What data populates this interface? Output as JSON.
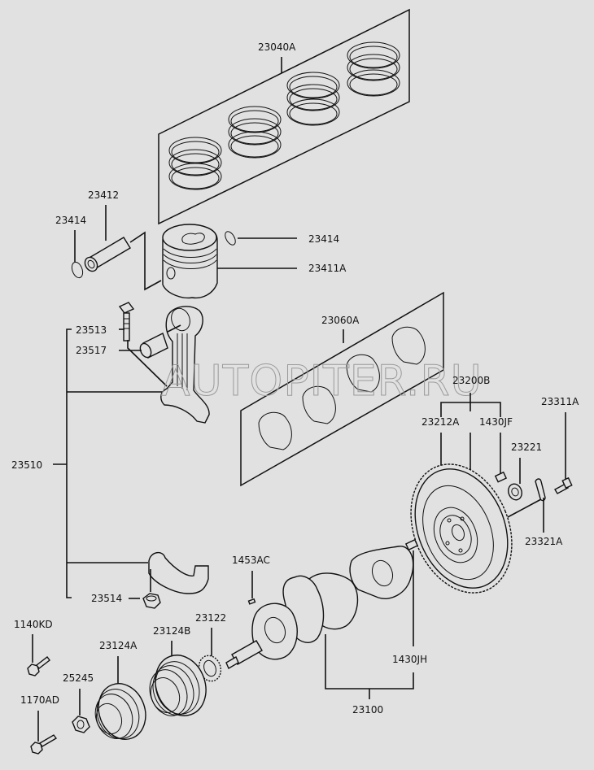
{
  "diagram": {
    "title": "Crankshaft, Piston & Flywheel Assembly",
    "watermark": "AUTOPITER.RU",
    "background": "#e1e1e1",
    "line_color": "#111111",
    "parts": [
      {
        "id": "piston_ring_set",
        "label": "23040A"
      },
      {
        "id": "piston_pin",
        "label": "23412"
      },
      {
        "id": "pin_snap_ring_left",
        "label": "23414"
      },
      {
        "id": "pin_snap_ring_right",
        "label": "23414"
      },
      {
        "id": "piston",
        "label": "23411A"
      },
      {
        "id": "conrod_bolt",
        "label": "23513"
      },
      {
        "id": "conrod_bushing",
        "label": "23517"
      },
      {
        "id": "conrod_assembly",
        "label": "23510"
      },
      {
        "id": "conrod_nut",
        "label": "23514"
      },
      {
        "id": "conrod_bearing_set",
        "label": "23060A"
      },
      {
        "id": "flywheel_assembly",
        "label": "23200B"
      },
      {
        "id": "flywheel",
        "label": "23212A"
      },
      {
        "id": "flywheel_pin",
        "label": "1430JF"
      },
      {
        "id": "pilot_bearing",
        "label": "23221"
      },
      {
        "id": "flywheel_bolt",
        "label": "23311A"
      },
      {
        "id": "flywheel_plate",
        "label": "23321A"
      },
      {
        "id": "crank_key",
        "label": "1453AC"
      },
      {
        "id": "crank_sprocket",
        "label": "23122"
      },
      {
        "id": "pulley_b",
        "label": "23124B"
      },
      {
        "id": "pulley_a",
        "label": "23124A"
      },
      {
        "id": "bolt_1140kd",
        "label": "1140KD"
      },
      {
        "id": "washer_25245",
        "label": "25245"
      },
      {
        "id": "bolt_1170ad",
        "label": "1170AD"
      },
      {
        "id": "crank_pin",
        "label": "1430JH"
      },
      {
        "id": "crankshaft",
        "label": "23100"
      }
    ]
  }
}
